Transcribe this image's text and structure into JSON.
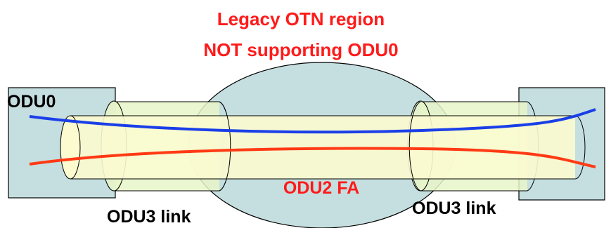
{
  "diagram": {
    "region_title_line1": "Legacy OTN region",
    "region_title_line2": "NOT supporting ODU0",
    "odu0_label": "ODU0",
    "odu2_fa_label": "ODU2 FA",
    "odu3_link_left_label": "ODU3 link",
    "odu3_link_right_label": "ODU3 link"
  },
  "colors": {
    "region_fill": "#c5dfe0",
    "node_fill": "#c5dfe0",
    "odu3_tube_fill": "#e8f6c8",
    "odu2_tube_fill": "#fbfbcf",
    "odu0_blue_line": "#1a3fe8",
    "odu0_red_line": "#ff3a14",
    "red_text": "#ff1a1a",
    "black_text": "#000000"
  }
}
